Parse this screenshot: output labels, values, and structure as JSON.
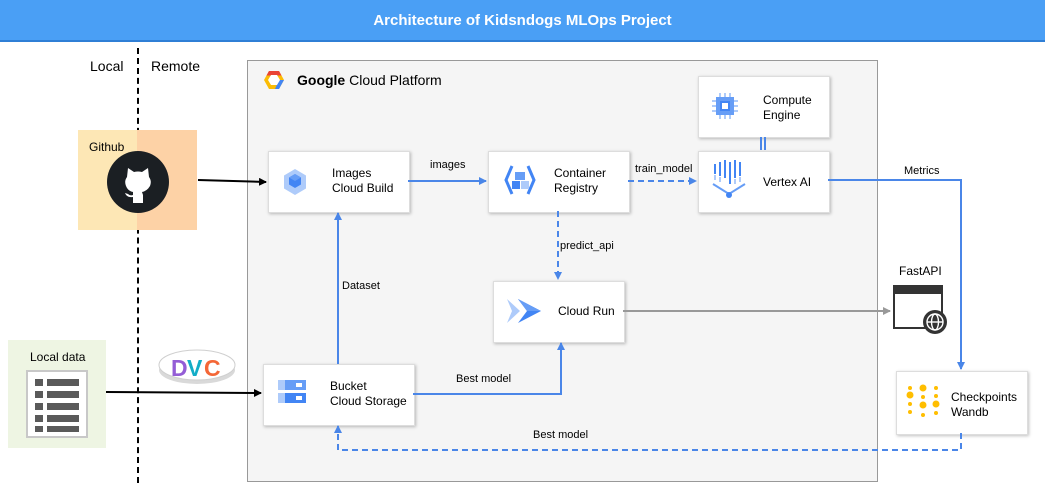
{
  "header": {
    "title": "Architecture of Kidsndogs MLOps Project"
  },
  "regions": {
    "local": "Local",
    "remote": "Remote"
  },
  "gcp": {
    "brand": "Google",
    "product": "Cloud Platform"
  },
  "nodes": {
    "github": {
      "label": "Github"
    },
    "local_data": {
      "label": "Local data"
    },
    "dvc": {
      "label": "DVC"
    },
    "images_build": {
      "line1": "Images",
      "line2": "Cloud Build"
    },
    "container_registry": {
      "line1": "Container",
      "line2": "Registry"
    },
    "compute_engine": {
      "line1": "Compute",
      "line2": "Engine"
    },
    "vertex_ai": {
      "label": "Vertex AI"
    },
    "cloud_run": {
      "label": "Cloud Run"
    },
    "bucket": {
      "line1": "Bucket",
      "line2": "Cloud Storage"
    },
    "fastapi": {
      "label": "FastAPI"
    },
    "checkpoints": {
      "line1": "Checkpoints",
      "line2": "Wandb"
    }
  },
  "edges": {
    "images": "images",
    "train_model": "train_model",
    "predict_api": "predict_api",
    "dataset": "Dataset",
    "metrics": "Metrics",
    "best_model_1": "Best model",
    "best_model_2": "Best model"
  },
  "colors": {
    "header": "#4a9ff5",
    "arrow": "#4a86e8",
    "github_local_bg": "#fde7b5",
    "github_remote_bg": "#fdd2a6",
    "local_data_bg": "#eef5e3",
    "gcp_frame_bg": "#f5f5f5"
  }
}
